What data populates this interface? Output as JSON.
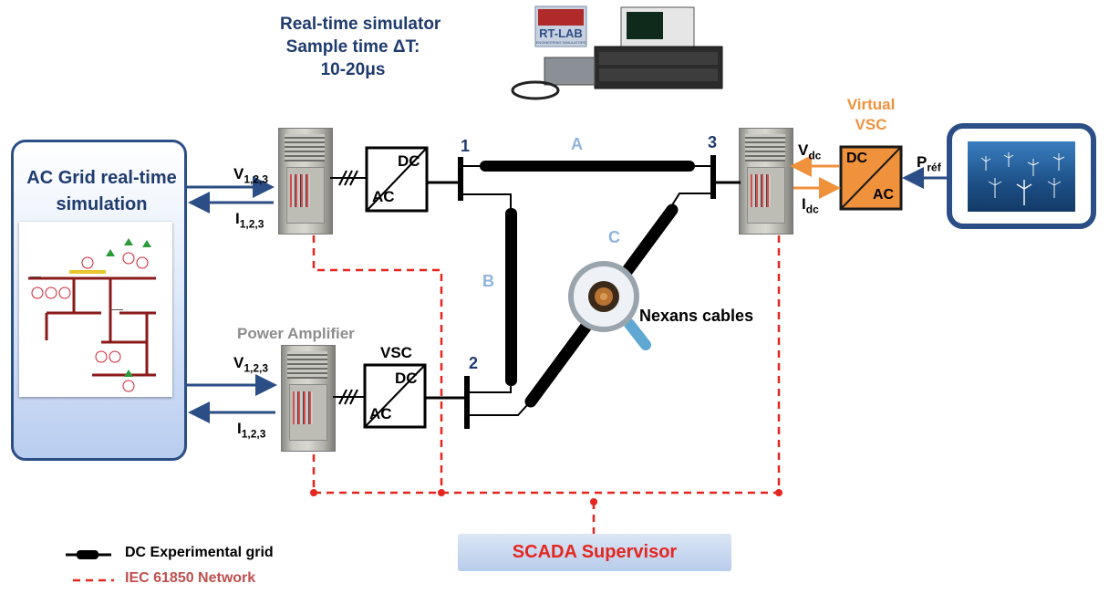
{
  "header": {
    "title_line1": "Real-time simulator",
    "title_line2": "Sample time ΔT:",
    "title_line3": "10-20μs",
    "logo_top": "RT-LAB",
    "logo_sub": "ENGINEERING SIMULATORS"
  },
  "ac_grid": {
    "title_line1": "AC Grid real-time",
    "title_line2": "simulation"
  },
  "signals": {
    "v_top": {
      "main": "V",
      "sub": "1,2,3"
    },
    "i_top": {
      "main": "I",
      "sub": "1,2,3"
    },
    "v_bottom": {
      "main": "V",
      "sub": "1,2,3"
    },
    "i_bottom": {
      "main": "I",
      "sub": "1,2,3"
    },
    "vdc": {
      "main": "V",
      "sub": "dc"
    },
    "idc": {
      "main": "I",
      "sub": "dc"
    },
    "pref": {
      "main": "P",
      "sub": "réf"
    }
  },
  "converters": {
    "top": {
      "dc": "DC",
      "ac": "AC"
    },
    "bottom": {
      "title": "VSC",
      "dc": "DC",
      "ac": "AC"
    },
    "virtual": {
      "title_line1": "Virtual",
      "title_line2": "VSC",
      "dc": "DC",
      "ac": "AC"
    }
  },
  "amplifier_label": "Power Amplifier",
  "nodes": {
    "n1": "1",
    "n2": "2",
    "n3": "3"
  },
  "cables": {
    "a": "A",
    "b": "B",
    "c": "C",
    "nexans": "Nexans cables"
  },
  "scada": "SCADA Supervisor",
  "legend": {
    "dc_grid": "DC Experimental grid",
    "iec": "IEC 61850 Network"
  },
  "colors": {
    "navy": "#1f3b6e",
    "orange": "#f0923c",
    "red_dashed": "#e5261f",
    "cable_label": "#8eb3dd",
    "legend_iec_text": "#c0504d"
  }
}
